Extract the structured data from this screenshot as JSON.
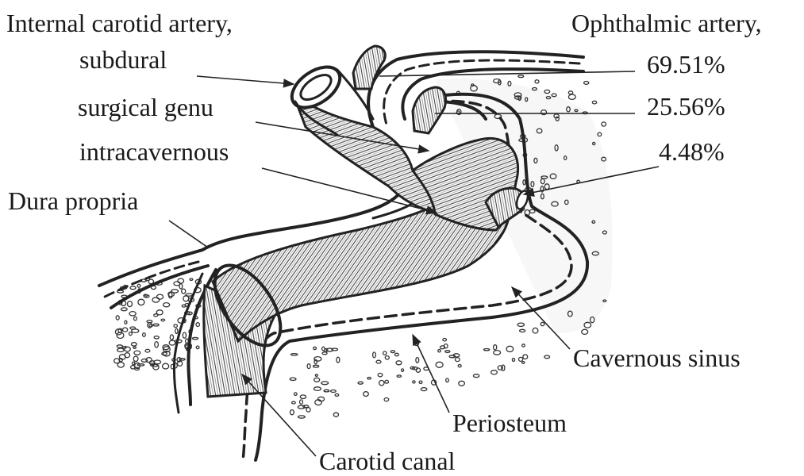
{
  "labels": {
    "ica_title": "Internal carotid artery,",
    "subdural": "subdural",
    "surgical_genu": "surgical genu",
    "intracavernous": "intracavernous",
    "dura_propria": "Dura propria",
    "oa_title": "Ophthalmic artery,",
    "pct_1": "69.51%",
    "pct_2": "25.56%",
    "pct_3": "4.48%",
    "cavernous_sinus": "Cavernous sinus",
    "periosteum": "Periosteum",
    "carotid_canal": "Carotid canal"
  }
}
